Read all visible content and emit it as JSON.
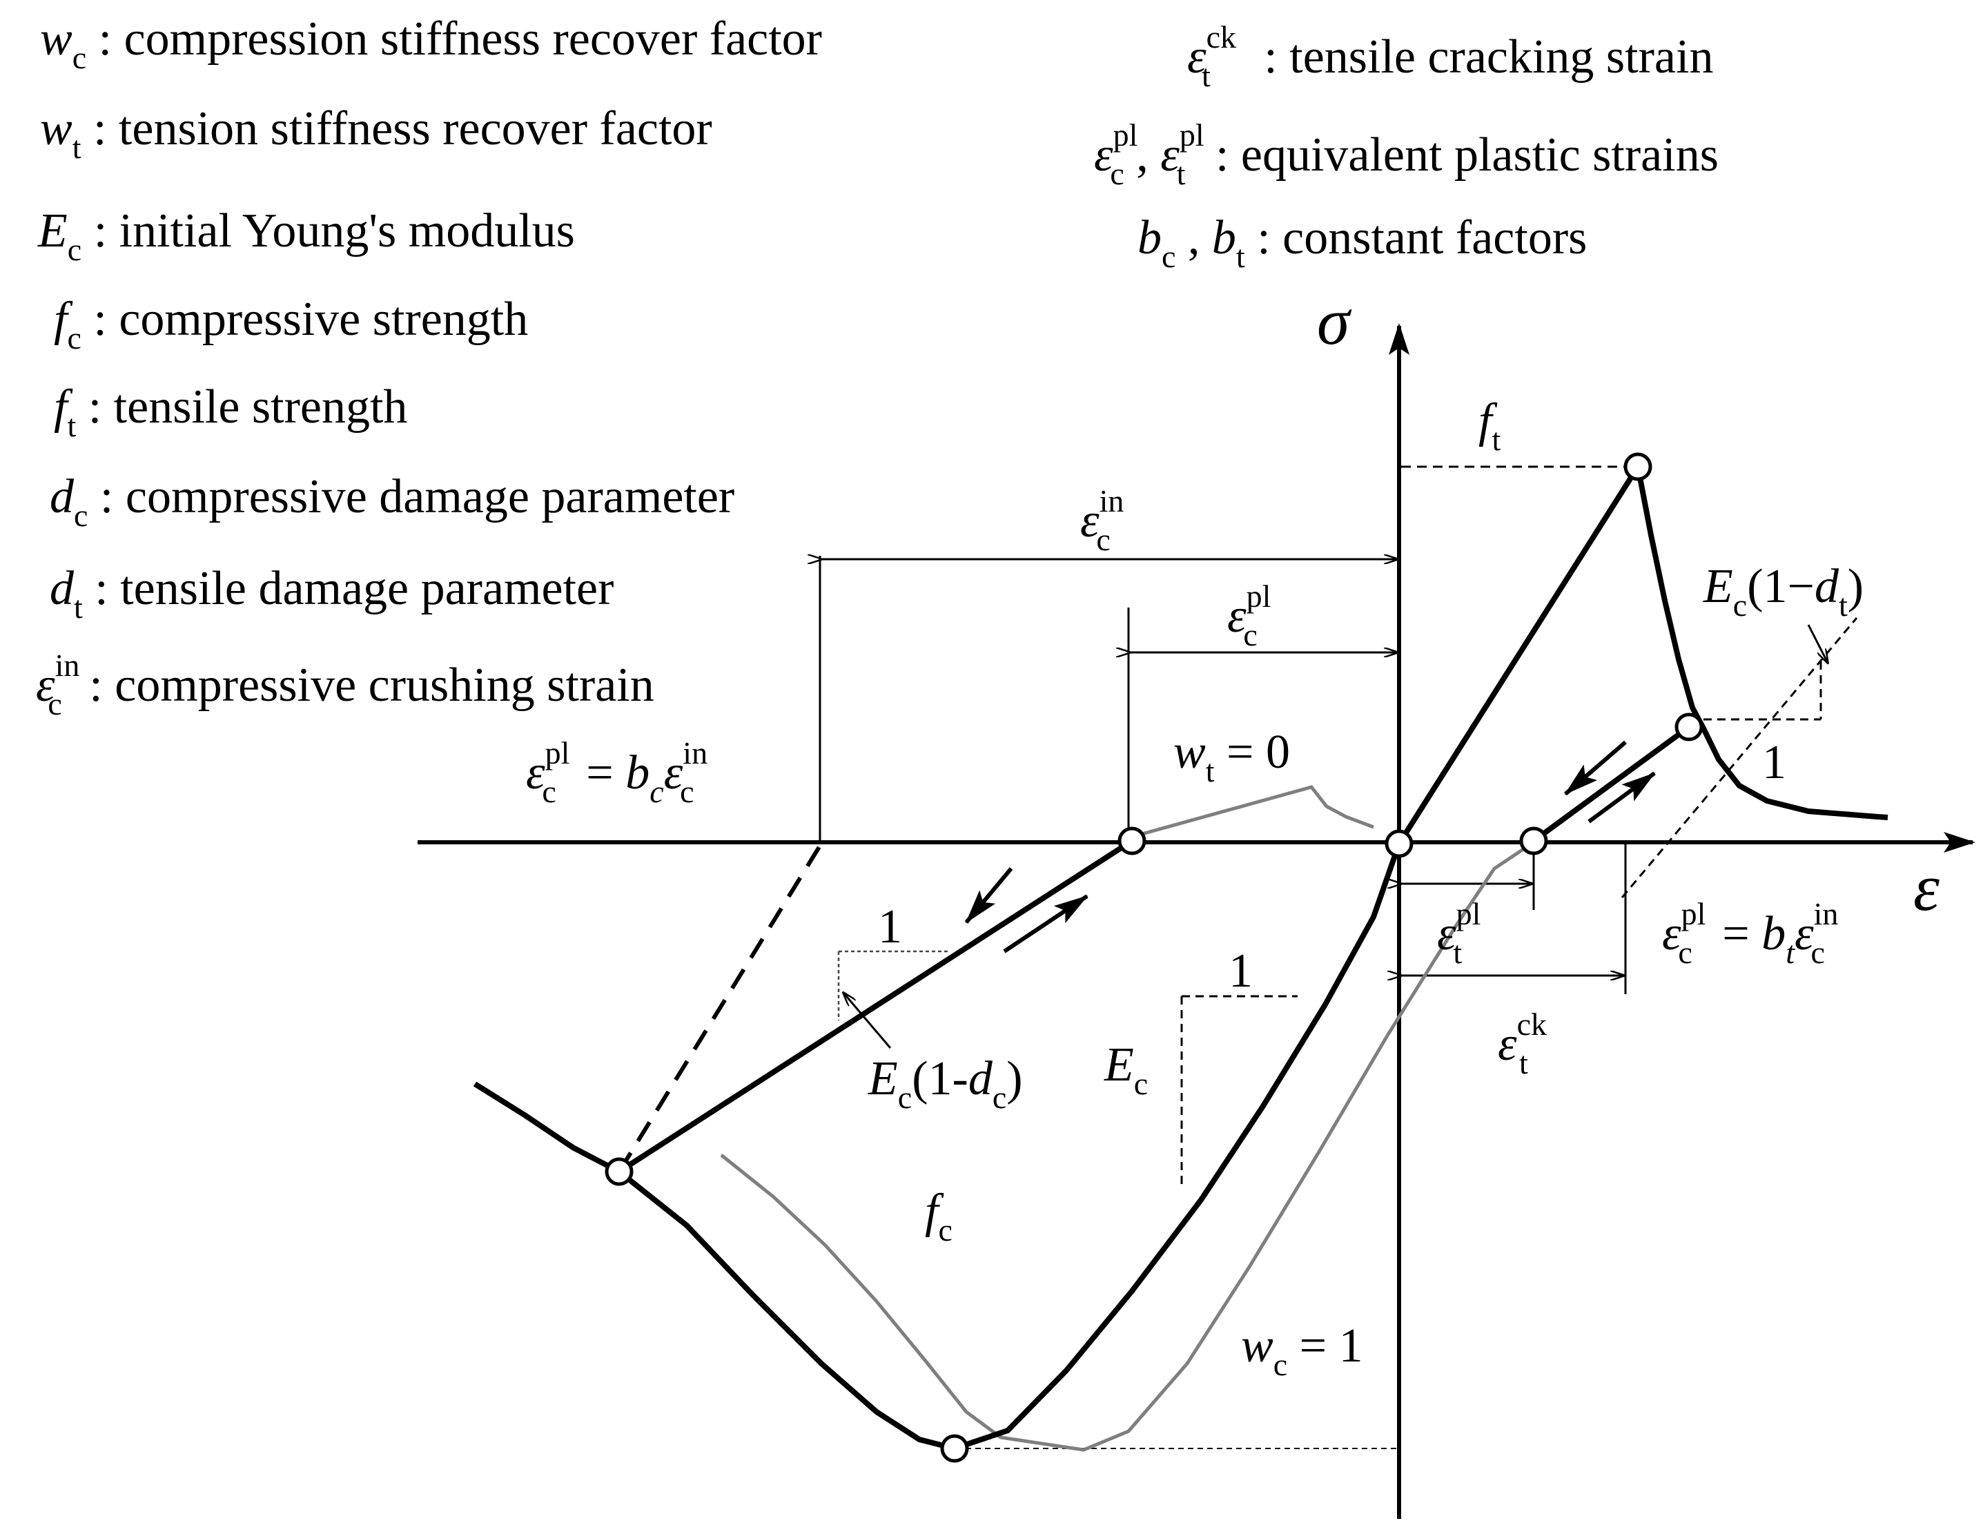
{
  "legend": {
    "wc": {
      "sym": "w",
      "sub": "c",
      "text": " : compression stiffness recover factor"
    },
    "wt": {
      "sym": "w",
      "sub": "t",
      "text": " : tension stiffness recover factor"
    },
    "Ec": {
      "sym": "E",
      "sub": "c",
      "text": " : initial Young's modulus"
    },
    "fc": {
      "sym": "f",
      "sub": "c",
      "text": " : compressive strength"
    },
    "ft": {
      "sym": "f",
      "sub": "t",
      "text": " : tensile strength"
    },
    "dc": {
      "sym": "d",
      "sub": "c",
      "text": " : compressive damage parameter"
    },
    "dt": {
      "sym": "d",
      "sub": "t",
      "text": " : tensile damage parameter"
    },
    "ein": {
      "sym": "ε",
      "sub": "c",
      "sup": "in",
      "text": " : compressive crushing strain"
    },
    "eck": {
      "sym": "ε",
      "sub": "t",
      "sup": "ck",
      "text": " : tensile cracking strain"
    },
    "epl": {
      "sym1": "ε",
      "sub1": "c",
      "sup1": "pl",
      "sep": " , ",
      "sym2": "ε",
      "sub2": "t",
      "sup2": "pl",
      "text": " : equivalent plastic strains"
    },
    "b": {
      "sym1": "b",
      "sub1": "c",
      "sep": " , ",
      "sym2": "b",
      "sub2": "t",
      "text": " : constant  factors"
    }
  },
  "diagram": {
    "sigma_axis": "σ",
    "eps_axis": "ε",
    "ft_label": {
      "sym": "f",
      "sub": "t"
    },
    "fc_label": {
      "sym": "f",
      "sub": "c"
    },
    "ec_in_dim": {
      "sym": "ε",
      "sub": "c",
      "sup": "in"
    },
    "ec_pl_dim": {
      "sym": "ε",
      "sub": "c",
      "sup": "pl"
    },
    "et_pl_dim": {
      "sym": "ε",
      "sub": "t",
      "sup": "pl"
    },
    "et_ck_dim": {
      "sym": "ε",
      "sub": "t",
      "sup": "ck"
    },
    "wt_eq": {
      "sym": "w",
      "sub": "t",
      "text": " = 0"
    },
    "wc_eq": {
      "sym": "w",
      "sub": "c",
      "text": " = 1"
    },
    "ecpl_bc": {
      "lhs_sub": "c",
      "lhs_sup": "pl",
      "eq": " = ",
      "b": "b",
      "b_sub": "c",
      "rhs_sub": "c",
      "rhs_sup": "in"
    },
    "ecpl_bt": {
      "lhs_sub": "c",
      "lhs_sup": "pl",
      "eq": " = ",
      "b": "b",
      "b_sub": "t",
      "rhs_sub": "c",
      "rhs_sup": "in"
    },
    "slope_one": "1",
    "Ec_label": {
      "sym": "E",
      "sub": "c"
    },
    "Ec_dc": {
      "sym": "E",
      "sub": "c",
      "pre": "(1-",
      "d": "d",
      "d_sub": "c",
      "post": ")"
    },
    "Ec_dt": {
      "sym": "E",
      "sub": "c",
      "pre": "(1−",
      "d": "d",
      "d_sub": "t",
      "post": ")"
    }
  }
}
